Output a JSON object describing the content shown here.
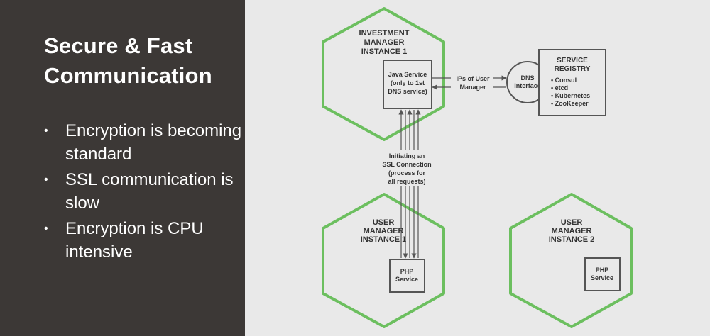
{
  "slide": {
    "title_line1": "Secure & Fast",
    "title_line2": "Communication",
    "bullets": [
      "Encryption is becoming standard",
      "SSL communication is slow",
      "Encryption is CPU intensive"
    ]
  },
  "diagram": {
    "investment_manager": {
      "line1": "INVESTMENT",
      "line2": "MANAGER",
      "line3": "INSTANCE 1"
    },
    "java_service": {
      "line1": "Java Service",
      "line2": "(only to 1st",
      "line3": "DNS service)"
    },
    "ips_label": {
      "line1": "IPs of User",
      "line2": "Manager"
    },
    "dns_interface": {
      "line1": "DNS",
      "line2": "Interface"
    },
    "service_registry": {
      "line1": "SERVICE",
      "line2": "REGISTRY",
      "items": [
        "• Consul",
        "• etcd",
        "• Kubernetes",
        "• ZooKeeper"
      ]
    },
    "ssl_label": {
      "line1": "Initiating an",
      "line2": "SSL Connection",
      "line3": "(process for",
      "line4": "all requests)"
    },
    "user_manager_1": {
      "line1": "USER",
      "line2": "MANAGER",
      "line3": "INSTANCE 1"
    },
    "php_service_1": {
      "line1": "PHP",
      "line2": "Service"
    },
    "user_manager_2": {
      "line1": "USER",
      "line2": "MANAGER",
      "line3": "INSTANCE 2"
    },
    "php_service_2": {
      "line1": "PHP",
      "line2": "Service"
    }
  },
  "colors": {
    "hexagon_stroke": "#6cbf5f",
    "panel_background": "#3c3836",
    "slide_background": "#e9e9e9",
    "line": "#555555"
  }
}
